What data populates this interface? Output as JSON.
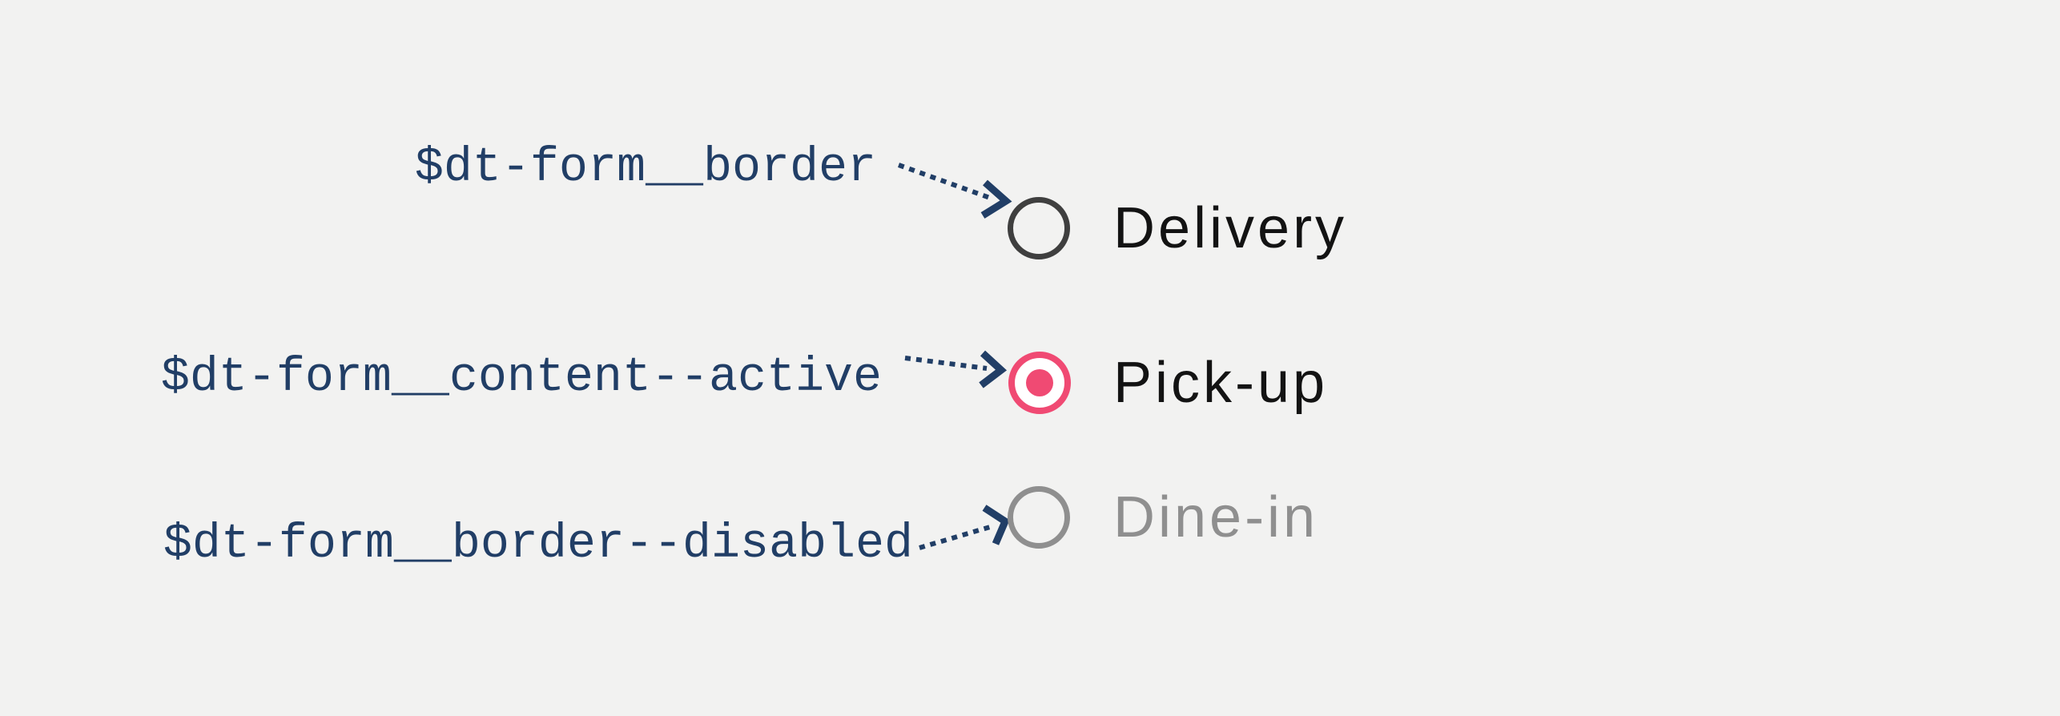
{
  "diagram": {
    "description_rows": [
      {
        "token": "$dt-form__border",
        "label": "Delivery",
        "state": "default"
      },
      {
        "token": "$dt-form__content--active",
        "label": "Pick-up",
        "state": "active"
      },
      {
        "token": "$dt-form__border--disabled",
        "label": "Dine-in",
        "state": "disabled"
      }
    ],
    "selected_option": "Pick-up",
    "disabled_option": "Dine-in",
    "colors": {
      "background": "#F2F2F1",
      "annotation_navy": "#213E66",
      "radio_border_default": "#3F3F3F",
      "radio_active_pink": "#F04A73",
      "radio_active_fill": "#FFFFFF",
      "radio_disabled_gray": "#8F8F8F",
      "label_text": "#131313"
    }
  }
}
